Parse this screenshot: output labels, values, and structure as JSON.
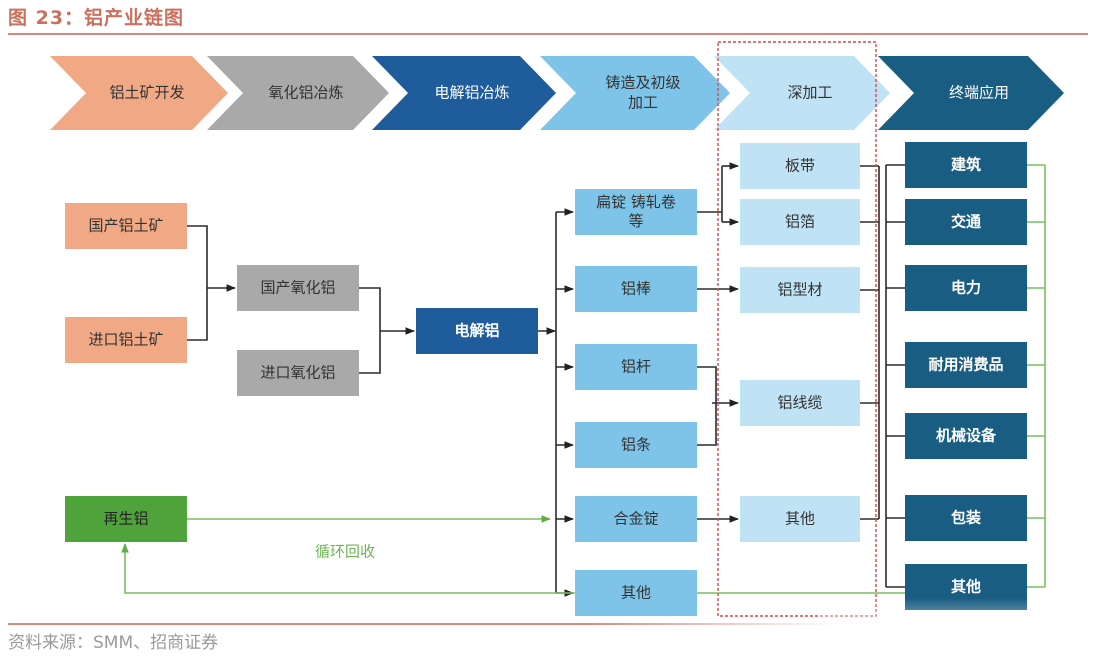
{
  "title": "图 23：铝产业链图",
  "source": "资料来源：SMM、招商证券",
  "colors": {
    "orange": "#f1a985",
    "gray": "#a9a9a9",
    "blue_dark": "#1f5c9b",
    "blue_mid": "#7ec4e8",
    "blue_light": "#bfe2f4",
    "navy": "#1a5d82",
    "green": "#4ea43a",
    "green_line": "#7cbf5e",
    "red_dash": "#d9484a",
    "line": "#333333"
  },
  "stages": [
    {
      "label": "铝土矿开发",
      "color": "#f1a985",
      "text_color": "#333333"
    },
    {
      "label": "氧化铝冶炼",
      "color": "#a9a9a9",
      "text_color": "#333333"
    },
    {
      "label": "电解铝冶炼",
      "color": "#1f5c9b",
      "text_color": "#ffffff"
    },
    {
      "label": "铸造及初级\n加工",
      "color": "#7ec4e8",
      "text_color": "#333333"
    },
    {
      "label": "深加工",
      "color": "#bfe2f4",
      "text_color": "#333333"
    },
    {
      "label": "终端应用",
      "color": "#1a5d82",
      "text_color": "#ffffff"
    }
  ],
  "nodes": {
    "bauxite": [
      {
        "id": "domestic_bauxite",
        "label": "国产铝土矿"
      },
      {
        "id": "import_bauxite",
        "label": "进口铝土矿"
      }
    ],
    "alumina": [
      {
        "id": "domestic_alumina",
        "label": "国产氧化铝"
      },
      {
        "id": "import_alumina",
        "label": "进口氧化铝"
      }
    ],
    "electrolytic": {
      "id": "electrolytic_al",
      "label": "电解铝"
    },
    "recycled": {
      "id": "recycled_al",
      "label": "再生铝"
    },
    "recycle_label": "循环回收",
    "primary": [
      {
        "id": "slab",
        "label": "扁锭 铸轧卷\n等"
      },
      {
        "id": "rod",
        "label": "铝棒"
      },
      {
        "id": "wire_rod",
        "label": "铝杆"
      },
      {
        "id": "bar",
        "label": "铝条"
      },
      {
        "id": "alloy_ingot",
        "label": "合金锭"
      },
      {
        "id": "primary_other",
        "label": "其他"
      }
    ],
    "deep": [
      {
        "id": "sheet",
        "label": "板带"
      },
      {
        "id": "foil",
        "label": "铝箔"
      },
      {
        "id": "profile",
        "label": "铝型材"
      },
      {
        "id": "cable",
        "label": "铝线缆"
      },
      {
        "id": "deep_other",
        "label": "其他"
      }
    ],
    "end_use": [
      {
        "id": "construction",
        "label": "建筑"
      },
      {
        "id": "transport",
        "label": "交通"
      },
      {
        "id": "power",
        "label": "电力"
      },
      {
        "id": "durables",
        "label": "耐用消费品"
      },
      {
        "id": "machinery",
        "label": "机械设备"
      },
      {
        "id": "packaging",
        "label": "包装"
      },
      {
        "id": "end_other",
        "label": "其他"
      }
    ]
  },
  "edges": [
    [
      "domestic_bauxite",
      "domestic_alumina"
    ],
    [
      "import_bauxite",
      "domestic_alumina"
    ],
    [
      "domestic_alumina",
      "electrolytic_al"
    ],
    [
      "import_alumina",
      "electrolytic_al"
    ],
    [
      "electrolytic_al",
      "slab"
    ],
    [
      "electrolytic_al",
      "rod"
    ],
    [
      "electrolytic_al",
      "wire_rod"
    ],
    [
      "electrolytic_al",
      "bar"
    ],
    [
      "electrolytic_al",
      "alloy_ingot"
    ],
    [
      "electrolytic_al",
      "primary_other"
    ],
    [
      "recycled_al",
      "alloy_ingot"
    ],
    [
      "slab",
      "sheet"
    ],
    [
      "slab",
      "foil"
    ],
    [
      "rod",
      "profile"
    ],
    [
      "wire_rod",
      "cable"
    ],
    [
      "bar",
      "cable"
    ],
    [
      "alloy_ingot",
      "deep_other"
    ],
    [
      "deep_group",
      "end_use_all"
    ],
    [
      "end_use_all",
      "recycled_al"
    ]
  ]
}
